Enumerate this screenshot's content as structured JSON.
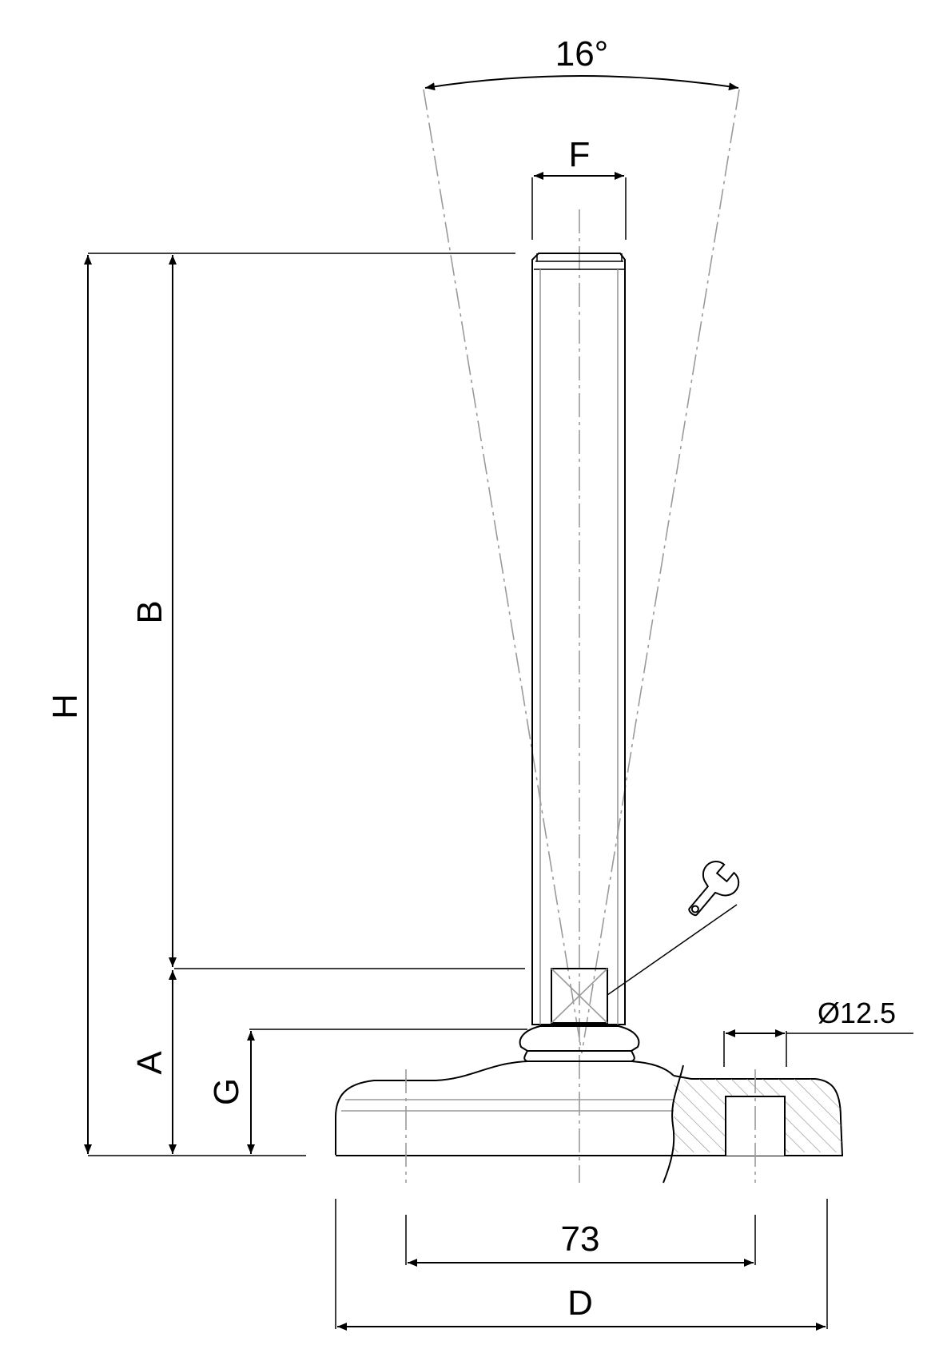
{
  "diagram": {
    "labels": {
      "angle": "16°",
      "thread": "F",
      "total_height": "H",
      "thread_length": "B",
      "base_height": "A",
      "ground_clearance": "G",
      "hole_diameter": "Ø12.5",
      "hole_spacing": "73",
      "base_diameter": "D"
    },
    "icons": {
      "wrench": "wrench-icon"
    }
  }
}
